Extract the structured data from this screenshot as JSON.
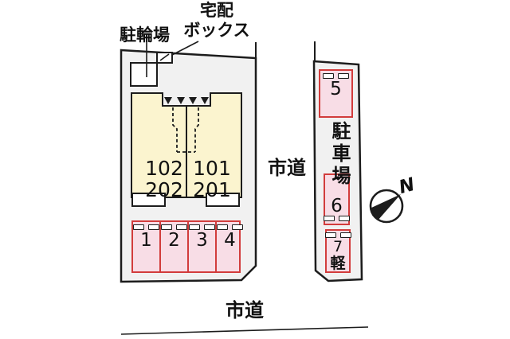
{
  "diagram_title": "site-plan",
  "colors": {
    "line": "#1c1c1c",
    "plot": "#f1f1f1",
    "building": "#fbf4cf",
    "pink": "#f8dde6",
    "red": "#d23c3c",
    "white": "#ffffff"
  },
  "annotations": {
    "bicycle_parking": "駐輪場",
    "delivery_box": [
      "宅配",
      "ボックス"
    ],
    "road_side": "市道",
    "road_bottom": "市道",
    "parking_area_vertical": "駐車場",
    "north": "N"
  },
  "building": {
    "units": [
      {
        "line1": "102",
        "line2": "202"
      },
      {
        "line1": "101",
        "line2": "201"
      }
    ]
  },
  "parking": {
    "front_stalls": [
      {
        "number": "1"
      },
      {
        "number": "2"
      },
      {
        "number": "3"
      },
      {
        "number": "4"
      }
    ],
    "side_stalls": [
      {
        "number": "5"
      },
      {
        "number": "6"
      },
      {
        "number": "7",
        "type": "軽"
      }
    ]
  },
  "icons": {
    "compass": "compass-north-arrow-icon",
    "delivery_box": "delivery-box-icon",
    "wheel_stop": "wheel-stop-dash"
  }
}
